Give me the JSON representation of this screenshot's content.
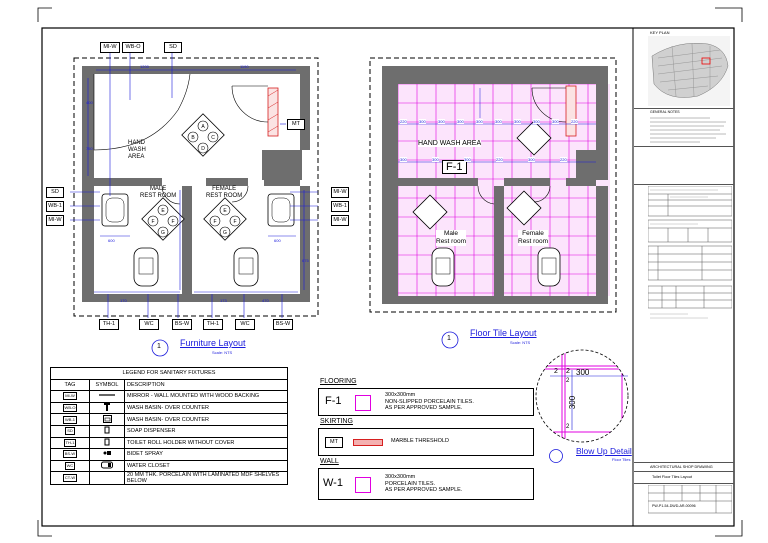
{
  "furniture_plan": {
    "tags": {
      "mi_w": "MI-W",
      "wb_o": "WB-O",
      "sd": "SD",
      "mt": "MT",
      "wb_1": "WB-1",
      "th_1": "TH-1",
      "wc": "WC",
      "bs_w": "BS-W"
    },
    "rooms": {
      "hand_wash": [
        "HAND",
        "WASH",
        "AREA"
      ],
      "male": [
        "MALE",
        "REST ROOM"
      ],
      "female": [
        "FEMALE",
        "REST ROOM"
      ]
    },
    "dims": [
      "1200",
      "1190",
      "600",
      "600",
      "400",
      "170",
      "750",
      "173",
      "470",
      "675"
    ],
    "title_number": "1",
    "title": "Furniture Layout",
    "scale": "Scale: NTS"
  },
  "tile_plan": {
    "hand_wash_label": "HAND WASH AREA",
    "tile_tag": "F-1",
    "male": [
      "Male",
      "Rest room"
    ],
    "female": [
      "Female",
      "Rest room"
    ],
    "dims": [
      "220",
      "300",
      "300",
      "300",
      "300",
      "300",
      "300",
      "300",
      "300",
      "220",
      "300",
      "300",
      "300",
      "220",
      "300",
      "220"
    ],
    "title_number": "1",
    "title": "Floor Tile Layout",
    "scale": "Scale: NTS"
  },
  "legend": {
    "title": "LEGEND FOR SANITARY FIXTURES",
    "headers": [
      "TAG",
      "SYMBOL",
      "DESCRIPTION"
    ],
    "rows": [
      {
        "tag": "MI-W",
        "desc": "MIRROR - WALL MOUNTED WITH WOOD BACKING",
        "icon": "mirror-symbol"
      },
      {
        "tag": "WB-O",
        "desc": "WASH BASIN- OVER COUNTER",
        "icon": "wash-basin-symbol"
      },
      {
        "tag": "WB-1",
        "desc": "WASH BASIN- OVER COUNTER",
        "icon": "wash-basin-box-symbol"
      },
      {
        "tag": "SD",
        "desc": "SOAP DISPENSER",
        "icon": "soap-dispenser-symbol"
      },
      {
        "tag": "TH-1",
        "desc": "TOILET ROLL HOLDER WITHOUT COVER",
        "icon": "toilet-roll-symbol"
      },
      {
        "tag": "BS-W",
        "desc": "BIDET SPRAY",
        "icon": "bidet-spray-symbol"
      },
      {
        "tag": "WC",
        "desc": "WATER CLOSET",
        "icon": "water-closet-symbol"
      },
      {
        "tag": "CT-W",
        "desc": "20 MM THK. PORCELAIN WITH LAMINATED MDF SHELVES BELOW",
        "icon": "shelf-symbol"
      }
    ]
  },
  "finishes": {
    "flooring_heading": "FLOORING",
    "flooring_code": "F-1",
    "flooring_desc": [
      "300x300mm",
      "NON-SLIPPED PORCELAIN TILES.",
      "AS PER APPROVED SAMPLE."
    ],
    "skirting_heading": "SKIRTING",
    "skirting_code": "MT",
    "skirting_desc": "MARBLE THRESHOLD",
    "wall_heading": "WALL",
    "wall_code": "W-1",
    "wall_desc": [
      "300x300mm",
      "PORCELAIN TILES.",
      "AS PER APPROVED SAMPLE."
    ]
  },
  "blowup": {
    "dims": [
      "2",
      "300",
      "2",
      "300",
      "2",
      "2"
    ],
    "title": "Blow Up Detail",
    "scale": "Floor Tiles"
  },
  "title_block": {
    "key_plan": "KEY PLAN",
    "notes_heading": "GENERAL NOTES",
    "drawing_type": "ARCHITECTURAL SHOP DRAWING",
    "drawing_title": "Toilet Floor Tiles Layout",
    "drawing_no": "PW-P1-54-DWD-AR-00096",
    "colors": {
      "tile_grid": "#e000e0",
      "dimension": "#1a1adc",
      "threshold": "#d62020",
      "wall": "#6e6e6e"
    }
  }
}
